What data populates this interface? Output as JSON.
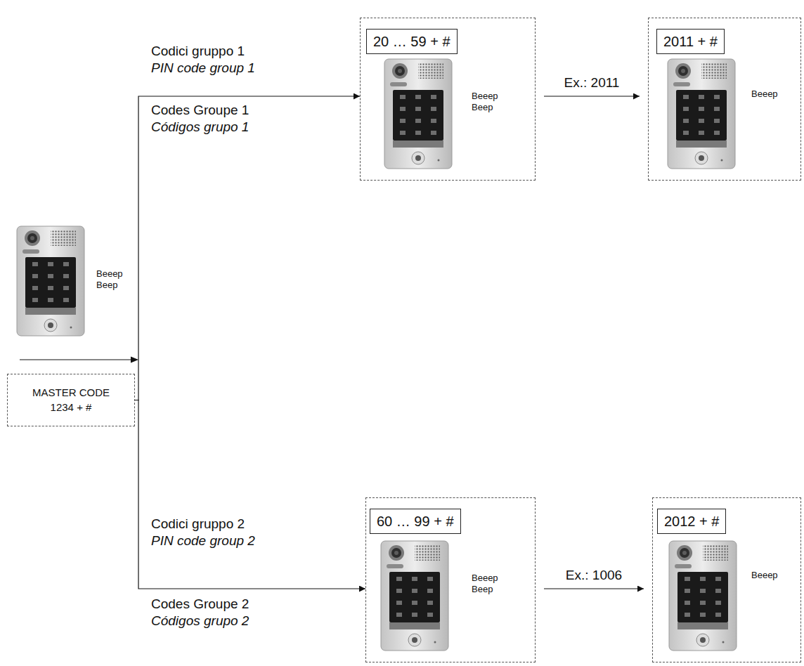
{
  "diagram": {
    "nodes": [
      {
        "text": [
          "MASTER CODE 1234 + #"
        ]
      },
      {
        "text": [
          "Beeep Beep"
        ]
      },
      {
        "text": [
          "20 … 59 + #"
        ],
        "in": 1
      },
      {
        "text": [
          "Beeep"
        ]
      },
      {
        "text": [
          "2011 + #"
        ],
        "in": 3
      },
      {
        "text": [
          "Beeep Beep"
        ]
      },
      {
        "text": [
          "60 … 99 + #"
        ],
        "in": 5
      },
      {
        "text": [
          "Beeep"
        ]
      },
      {
        "text": [
          "2012 + #"
        ],
        "in": 7
      }
    ],
    "edges": [
      {
        "from": 0,
        "to": 1,
        "arrow": "to"
      },
      {
        "from": 1,
        "to": 3,
        "label": "Ex.: 2011",
        "arrow": "to"
      },
      {
        "from": 0,
        "to": 5,
        "arrow": "to"
      },
      {
        "from": 5,
        "to": 7,
        "label": "Ex.: 1006",
        "arrow": "to"
      }
    ],
    "labels": [
      "Beeep Beep",
      "Codici gruppo 1",
      "PIN code group 1",
      "Codes Groupe 1",
      "Códigos grupo 1",
      "Codici gruppo 2",
      "PIN code group 2",
      "Codes Groupe 2",
      "Códigos grupo 2"
    ]
  }
}
